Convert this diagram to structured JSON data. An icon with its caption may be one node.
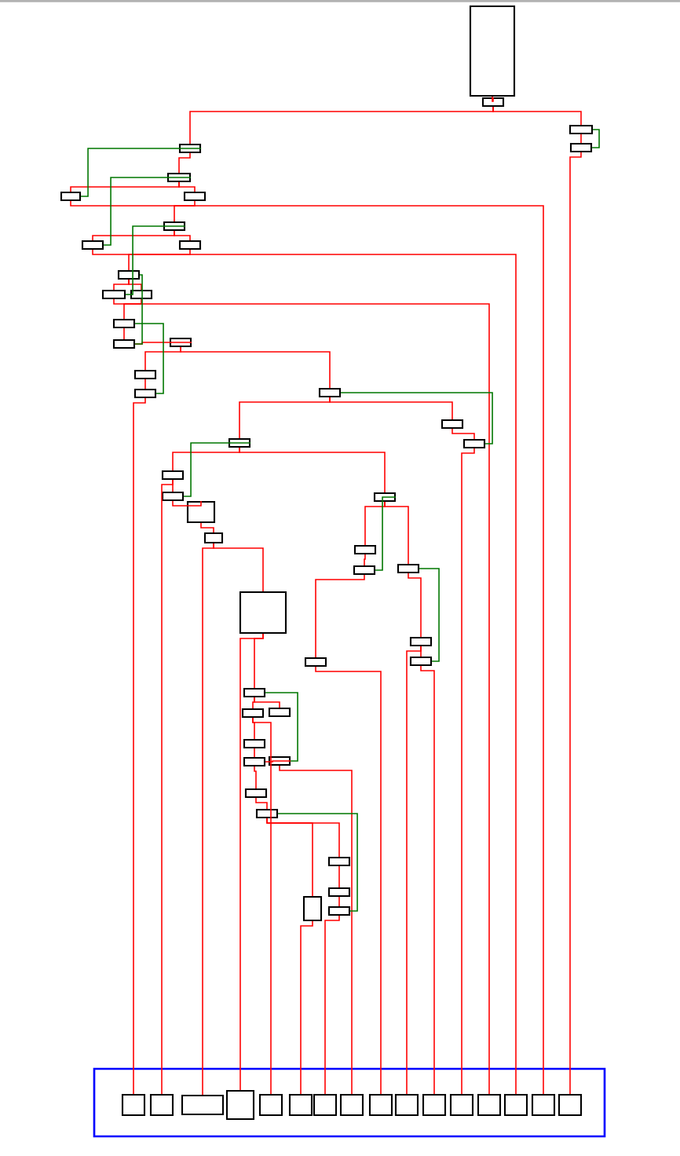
{
  "diagram": {
    "nodes": [
      {
        "text": [],
        "shape": "box"
      },
      {
        "text": [],
        "shape": "box"
      },
      {
        "text": [],
        "shape": "box"
      },
      {
        "text": [],
        "shape": "box"
      },
      {
        "text": [],
        "shape": "box"
      },
      {
        "text": [],
        "shape": "box"
      },
      {
        "text": [],
        "shape": "box"
      },
      {
        "text": [],
        "shape": "box"
      },
      {
        "text": [],
        "shape": "box"
      },
      {
        "text": [],
        "shape": "box"
      },
      {
        "text": [],
        "shape": "box"
      },
      {
        "text": [],
        "shape": "box"
      },
      {
        "text": [],
        "shape": "box"
      },
      {
        "text": [],
        "shape": "box"
      },
      {
        "text": [],
        "shape": "box"
      },
      {
        "text": [],
        "shape": "box"
      },
      {
        "text": [],
        "shape": "box"
      },
      {
        "text": [],
        "shape": "box"
      },
      {
        "text": [],
        "shape": "box"
      },
      {
        "text": [],
        "shape": "box"
      },
      {
        "text": [],
        "shape": "box"
      },
      {
        "text": [],
        "shape": "box"
      },
      {
        "text": [],
        "shape": "box"
      },
      {
        "text": [],
        "shape": "box"
      },
      {
        "text": [],
        "shape": "box"
      },
      {
        "text": [],
        "shape": "box"
      },
      {
        "text": [],
        "shape": "box"
      },
      {
        "text": [],
        "shape": "box"
      },
      {
        "text": [],
        "shape": "box"
      },
      {
        "text": [],
        "shape": "box"
      },
      {
        "text": [],
        "shape": "box"
      },
      {
        "text": [],
        "shape": "box"
      },
      {
        "text": [],
        "shape": "box"
      },
      {
        "text": [],
        "shape": "box"
      },
      {
        "text": [],
        "shape": "box"
      },
      {
        "text": [],
        "shape": "box"
      },
      {
        "text": [],
        "shape": "box"
      },
      {
        "text": [],
        "shape": "box"
      },
      {
        "text": [],
        "shape": "box"
      },
      {
        "text": [],
        "shape": "box"
      },
      {
        "text": [],
        "shape": "box"
      },
      {
        "text": [],
        "shape": "box"
      },
      {
        "text": [],
        "shape": "box"
      },
      {
        "text": [],
        "shape": "box"
      },
      {
        "text": [],
        "shape": "box"
      },
      {
        "text": [],
        "shape": "box"
      },
      {
        "text": [],
        "shape": "box"
      },
      {
        "text": [],
        "shape": "box"
      },
      {
        "text": [],
        "shape": "box",
        "in": 47
      },
      {
        "text": [],
        "shape": "box",
        "in": 47
      },
      {
        "text": [],
        "shape": "box",
        "in": 47
      },
      {
        "text": [],
        "shape": "box",
        "in": 47
      },
      {
        "text": [],
        "shape": "box",
        "in": 47
      },
      {
        "text": [],
        "shape": "box",
        "in": 47
      },
      {
        "text": [],
        "shape": "box",
        "in": 47
      },
      {
        "text": [],
        "shape": "box",
        "in": 47
      },
      {
        "text": [],
        "shape": "box",
        "in": 47
      },
      {
        "text": [],
        "shape": "box",
        "in": 47
      },
      {
        "text": [],
        "shape": "box",
        "in": 47
      },
      {
        "text": [],
        "shape": "box",
        "in": 47
      },
      {
        "text": [],
        "shape": "box",
        "in": 47
      },
      {
        "text": [],
        "shape": "box",
        "in": 47
      },
      {
        "text": [],
        "shape": "box",
        "in": 47
      },
      {
        "text": [],
        "shape": "box",
        "in": 47
      }
    ],
    "edges": [
      {
        "from": 0,
        "to": 1,
        "arrow": "none"
      },
      {
        "from": 1,
        "to": 4,
        "arrow": "none"
      },
      {
        "from": 1,
        "to": 2,
        "arrow": "none"
      },
      {
        "from": 2,
        "to": 3,
        "arrow": "none"
      },
      {
        "from": 4,
        "to": 5,
        "arrow": "none"
      },
      {
        "from": 5,
        "to": 6,
        "arrow": "none"
      },
      {
        "from": 5,
        "to": 7,
        "arrow": "none"
      },
      {
        "from": 7,
        "to": 8,
        "arrow": "none"
      },
      {
        "from": 8,
        "to": 9,
        "arrow": "none"
      },
      {
        "from": 8,
        "to": 10,
        "arrow": "none"
      },
      {
        "from": 10,
        "to": 11,
        "arrow": "none"
      },
      {
        "from": 11,
        "to": 12,
        "arrow": "none"
      },
      {
        "from": 11,
        "to": 13,
        "arrow": "none"
      },
      {
        "from": 13,
        "to": 14,
        "arrow": "none"
      },
      {
        "from": 14,
        "to": 15,
        "arrow": "none"
      },
      {
        "from": 15,
        "to": 16,
        "arrow": "none"
      },
      {
        "from": 16,
        "to": 17,
        "arrow": "none"
      },
      {
        "from": 17,
        "to": 18,
        "arrow": "none"
      },
      {
        "from": 16,
        "to": 19,
        "arrow": "none"
      },
      {
        "from": 19,
        "to": 20,
        "arrow": "none"
      },
      {
        "from": 19,
        "to": 21,
        "arrow": "none"
      },
      {
        "from": 21,
        "to": 22,
        "arrow": "none"
      },
      {
        "from": 20,
        "to": 23,
        "arrow": "none"
      },
      {
        "from": 23,
        "to": 24,
        "arrow": "none"
      },
      {
        "from": 24,
        "to": 25,
        "arrow": "none"
      },
      {
        "from": 25,
        "to": 26,
        "arrow": "none"
      },
      {
        "from": 20,
        "to": 27,
        "arrow": "none"
      },
      {
        "from": 27,
        "to": 28,
        "arrow": "none"
      },
      {
        "from": 28,
        "to": 29,
        "arrow": "none"
      },
      {
        "from": 27,
        "to": 30,
        "arrow": "none"
      },
      {
        "from": 26,
        "to": 31,
        "arrow": "none"
      },
      {
        "from": 30,
        "to": 32,
        "arrow": "none"
      },
      {
        "from": 32,
        "to": 33,
        "arrow": "none"
      },
      {
        "from": 29,
        "to": 34,
        "arrow": "none"
      },
      {
        "from": 31,
        "to": 35,
        "arrow": "none"
      },
      {
        "from": 35,
        "to": 36,
        "arrow": "none"
      },
      {
        "from": 35,
        "to": 37,
        "arrow": "none"
      },
      {
        "from": 36,
        "to": 38,
        "arrow": "none"
      },
      {
        "from": 38,
        "to": 39,
        "arrow": "none"
      },
      {
        "from": 39,
        "to": 40,
        "arrow": "none"
      },
      {
        "from": 39,
        "to": 41,
        "arrow": "none"
      },
      {
        "from": 41,
        "to": 42,
        "arrow": "none"
      },
      {
        "from": 42,
        "to": 43,
        "arrow": "none"
      },
      {
        "from": 43,
        "to": 44,
        "arrow": "none"
      },
      {
        "from": 44,
        "to": 45,
        "arrow": "none"
      },
      {
        "from": 42,
        "to": 46,
        "arrow": "none"
      },
      {
        "from": 18,
        "to": 48,
        "arrow": "none"
      },
      {
        "from": 23,
        "to": 49,
        "arrow": "none"
      },
      {
        "from": 26,
        "to": 50,
        "arrow": "none"
      },
      {
        "from": 31,
        "to": 51,
        "arrow": "none"
      },
      {
        "from": 36,
        "to": 52,
        "arrow": "none"
      },
      {
        "from": 46,
        "to": 53,
        "arrow": "none"
      },
      {
        "from": 45,
        "to": 54,
        "arrow": "none"
      },
      {
        "from": 40,
        "to": 55,
        "arrow": "none"
      },
      {
        "from": 34,
        "to": 56,
        "arrow": "none"
      },
      {
        "from": 32,
        "to": 57,
        "arrow": "none"
      },
      {
        "from": 33,
        "to": 58,
        "arrow": "none"
      },
      {
        "from": 22,
        "to": 59,
        "arrow": "none"
      },
      {
        "from": 12,
        "to": 60,
        "arrow": "none"
      },
      {
        "from": 9,
        "to": 61,
        "arrow": "none"
      },
      {
        "from": 6,
        "to": 62,
        "arrow": "none"
      },
      {
        "from": 3,
        "to": 63,
        "arrow": "none"
      },
      {
        "from": 3,
        "to": 2,
        "arrow": "none",
        "color": "#007700"
      },
      {
        "from": 6,
        "to": 4,
        "arrow": "none",
        "color": "#007700"
      },
      {
        "from": 9,
        "to": 5,
        "arrow": "none",
        "color": "#007700"
      },
      {
        "from": 12,
        "to": 8,
        "arrow": "none",
        "color": "#007700"
      },
      {
        "from": 15,
        "to": 11,
        "arrow": "none",
        "color": "#007700"
      },
      {
        "from": 18,
        "to": 14,
        "arrow": "none",
        "color": "#007700"
      },
      {
        "from": 22,
        "to": 19,
        "arrow": "none",
        "color": "#007700"
      },
      {
        "from": 24,
        "to": 20,
        "arrow": "none",
        "color": "#007700"
      },
      {
        "from": 29,
        "to": 27,
        "arrow": "none",
        "color": "#007700"
      },
      {
        "from": 33,
        "to": 30,
        "arrow": "none",
        "color": "#007700"
      },
      {
        "from": 40,
        "to": 35,
        "arrow": "none",
        "color": "#007700"
      },
      {
        "from": 45,
        "to": 42,
        "arrow": "none",
        "color": "#007700"
      }
    ]
  }
}
